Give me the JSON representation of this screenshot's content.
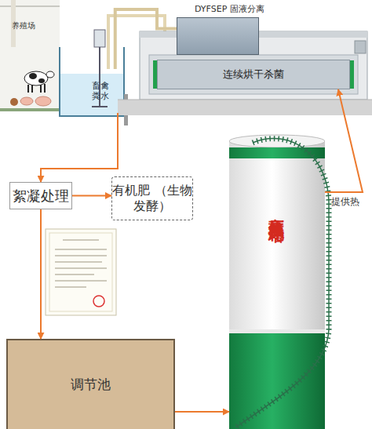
{
  "diagram": {
    "nodes": [
      {
        "text": [
          "养殖场"
        ]
      },
      {
        "text": [
          "畜禽粪水"
        ]
      },
      {
        "text": [
          "DYFSEP 固液分离"
        ]
      },
      {
        "text": [
          "连续烘干杀菌"
        ]
      },
      {
        "text": [
          "絮凝处理"
        ]
      },
      {
        "text": [
          "有机肥 （生物发酵）"
        ]
      },
      {
        "text": [
          "调节池"
        ]
      },
      {
        "text": [
          "高效厌氧净化塔"
        ]
      }
    ],
    "edges": [
      {
        "from": 1,
        "to": 2,
        "arrow": "none"
      },
      {
        "from": 1,
        "to": 4,
        "arrow": "to"
      },
      {
        "from": 4,
        "to": 5,
        "arrow": "to"
      },
      {
        "from": 4,
        "to": 6,
        "arrow": "to"
      },
      {
        "from": 7,
        "to": 3,
        "label": "提供热",
        "arrow": "to"
      },
      {
        "from": 6,
        "to": 7,
        "arrow": "to"
      }
    ]
  }
}
